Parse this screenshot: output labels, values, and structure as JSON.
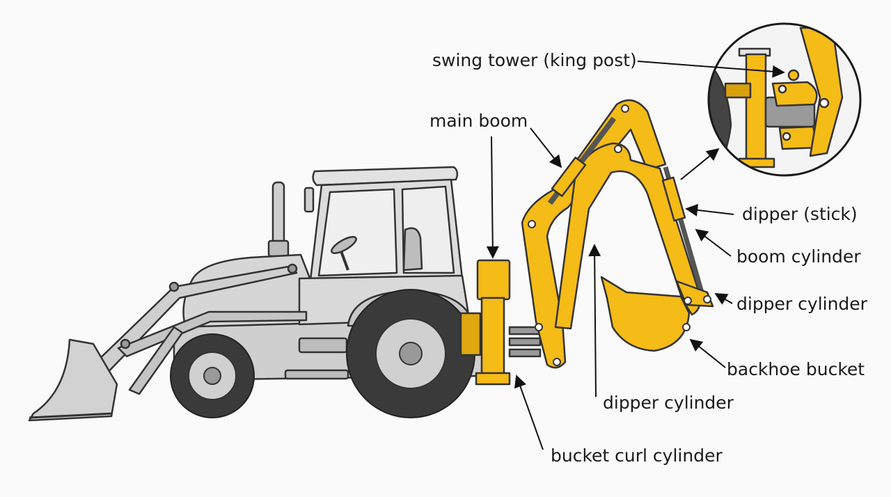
{
  "labels": {
    "swing_tower": "swing tower (king post)",
    "main_boom": "main boom",
    "dipper_stick": "dipper (stick)",
    "boom_cylinder": "boom cylinder",
    "dipper_cylinder_right": "dipper cylinder",
    "backhoe_bucket": "backhoe bucket",
    "dipper_cylinder_bottom": "dipper cylinder",
    "bucket_curl_cylinder": "bucket curl cylinder"
  },
  "colors": {
    "arm_yellow": "#f5bb16",
    "body_gray": "#d6d6d6",
    "outline": "#333333",
    "tire": "#3a3a3a",
    "background": "#fafafa"
  }
}
